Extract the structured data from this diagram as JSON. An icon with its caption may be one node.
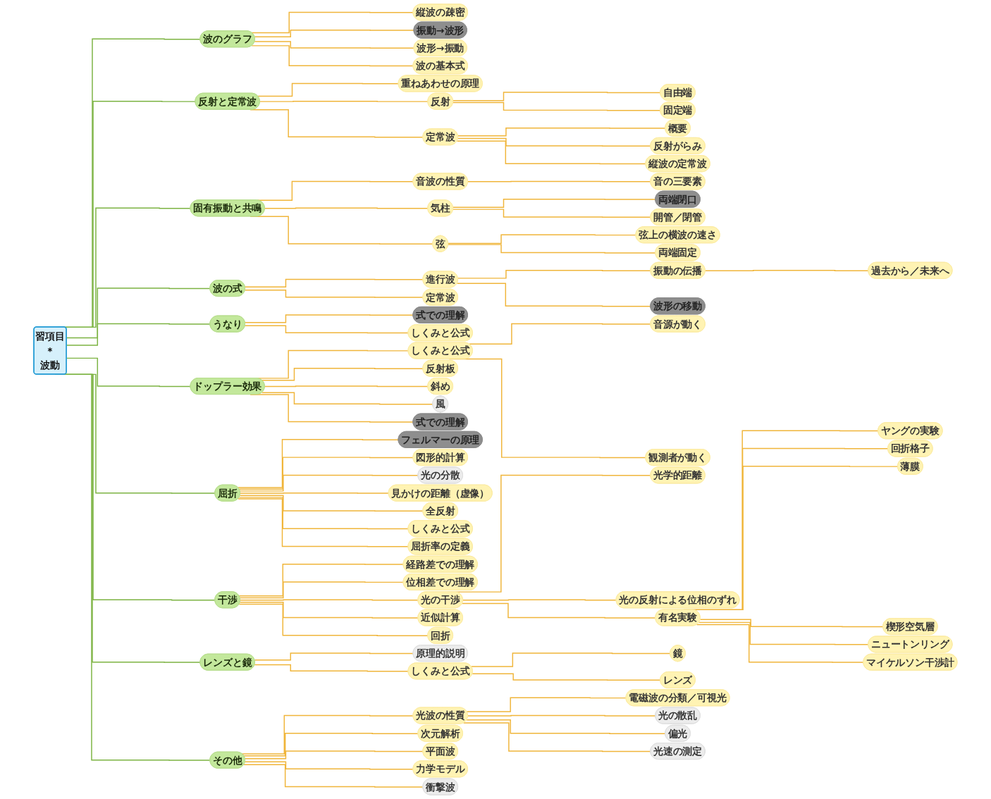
{
  "diagram": {
    "nodes": [
      {
        "text": [
          "習項目",
          "＊",
          "波動"
        ]
      },
      {
        "text": [
          "波のグラフ"
        ]
      },
      {
        "text": [
          "縦波の疎密"
        ]
      },
      {
        "text": [
          "振動→波形"
        ]
      },
      {
        "text": [
          "波形→振動"
        ]
      },
      {
        "text": [
          "波の基本式"
        ]
      },
      {
        "text": [
          "反射と定常波"
        ]
      },
      {
        "text": [
          "重ねあわせの原理"
        ]
      },
      {
        "text": [
          "反射"
        ]
      },
      {
        "text": [
          "自由端"
        ]
      },
      {
        "text": [
          "固定端"
        ]
      },
      {
        "text": [
          "定常波"
        ]
      },
      {
        "text": [
          "概要"
        ]
      },
      {
        "text": [
          "反射がらみ"
        ]
      },
      {
        "text": [
          "縦波の定常波"
        ]
      },
      {
        "text": [
          "固有振動と共鳴"
        ]
      },
      {
        "text": [
          "音波の性質"
        ]
      },
      {
        "text": [
          "音の三要素"
        ]
      },
      {
        "text": [
          "気柱"
        ]
      },
      {
        "text": [
          "両端閉口"
        ]
      },
      {
        "text": [
          "開管／閉管"
        ]
      },
      {
        "text": [
          "弦"
        ]
      },
      {
        "text": [
          "弦上の横波の速さ"
        ]
      },
      {
        "text": [
          "両端固定"
        ]
      },
      {
        "text": [
          "波の式"
        ]
      },
      {
        "text": [
          "進行波"
        ]
      },
      {
        "text": [
          "振動の伝播"
        ]
      },
      {
        "text": [
          "過去から／未来へ"
        ]
      },
      {
        "text": [
          "波形の移動"
        ]
      },
      {
        "text": [
          "定常波"
        ]
      },
      {
        "text": [
          "うなり"
        ]
      },
      {
        "text": [
          "式での理解"
        ]
      },
      {
        "text": [
          "しくみと公式"
        ]
      },
      {
        "text": [
          "ドップラー効果"
        ]
      },
      {
        "text": [
          "しくみと公式"
        ]
      },
      {
        "text": [
          "音源が動く"
        ]
      },
      {
        "text": [
          "観測者が動く"
        ]
      },
      {
        "text": [
          "反射板"
        ]
      },
      {
        "text": [
          "斜め"
        ]
      },
      {
        "text": [
          "風"
        ]
      },
      {
        "text": [
          "式での理解"
        ]
      },
      {
        "text": [
          "屈折"
        ]
      },
      {
        "text": [
          "フェルマーの原理"
        ]
      },
      {
        "text": [
          "図形的計算"
        ]
      },
      {
        "text": [
          "光の分散"
        ]
      },
      {
        "text": [
          "見かけの距離（虚像）"
        ]
      },
      {
        "text": [
          "全反射"
        ]
      },
      {
        "text": [
          "しくみと公式"
        ]
      },
      {
        "text": [
          "屈折率の定義"
        ]
      },
      {
        "text": [
          "干渉"
        ]
      },
      {
        "text": [
          "経路差での理解"
        ]
      },
      {
        "text": [
          "位相差での理解"
        ]
      },
      {
        "text": [
          "光の干渉"
        ]
      },
      {
        "text": [
          "光学的距離"
        ]
      },
      {
        "text": [
          "光の反射による位相のずれ"
        ]
      },
      {
        "text": [
          "有名実験"
        ]
      },
      {
        "text": [
          "ヤングの実験"
        ]
      },
      {
        "text": [
          "回折格子"
        ]
      },
      {
        "text": [
          "薄膜"
        ]
      },
      {
        "text": [
          "楔形空気層"
        ]
      },
      {
        "text": [
          "ニュートンリング"
        ]
      },
      {
        "text": [
          "マイケルソン干渉計"
        ]
      },
      {
        "text": [
          "近似計算"
        ]
      },
      {
        "text": [
          "回折"
        ]
      },
      {
        "text": [
          "レンズと鏡"
        ]
      },
      {
        "text": [
          "原理的説明"
        ]
      },
      {
        "text": [
          "しくみと公式"
        ]
      },
      {
        "text": [
          "鏡"
        ]
      },
      {
        "text": [
          "レンズ"
        ]
      },
      {
        "text": [
          "その他"
        ]
      },
      {
        "text": [
          "光波の性質"
        ]
      },
      {
        "text": [
          "電磁波の分類／可視光"
        ]
      },
      {
        "text": [
          "光の散乱"
        ]
      },
      {
        "text": [
          "偏光"
        ]
      },
      {
        "text": [
          "光速の測定"
        ]
      },
      {
        "text": [
          "次元解析"
        ]
      },
      {
        "text": [
          "平面波"
        ]
      },
      {
        "text": [
          "力学モデル"
        ]
      },
      {
        "text": [
          "衝撃波"
        ]
      }
    ],
    "edges": [
      {
        "from": 0,
        "to": 1,
        "arrow": "none",
        "color": "#7cb342"
      },
      {
        "from": 1,
        "to": 2,
        "arrow": "none"
      },
      {
        "from": 1,
        "to": 3,
        "arrow": "none"
      },
      {
        "from": 1,
        "to": 4,
        "arrow": "none"
      },
      {
        "from": 1,
        "to": 5,
        "arrow": "none"
      },
      {
        "from": 0,
        "to": 6,
        "arrow": "none",
        "color": "#7cb342"
      },
      {
        "from": 6,
        "to": 7,
        "arrow": "none"
      },
      {
        "from": 6,
        "to": 8,
        "arrow": "none"
      },
      {
        "from": 8,
        "to": 9,
        "arrow": "none"
      },
      {
        "from": 8,
        "to": 10,
        "arrow": "none"
      },
      {
        "from": 6,
        "to": 11,
        "arrow": "none"
      },
      {
        "from": 11,
        "to": 12,
        "arrow": "none"
      },
      {
        "from": 11,
        "to": 13,
        "arrow": "none"
      },
      {
        "from": 11,
        "to": 14,
        "arrow": "none"
      },
      {
        "from": 0,
        "to": 15,
        "arrow": "none",
        "color": "#7cb342"
      },
      {
        "from": 15,
        "to": 16,
        "arrow": "none"
      },
      {
        "from": 16,
        "to": 17,
        "arrow": "none"
      },
      {
        "from": 15,
        "to": 18,
        "arrow": "none"
      },
      {
        "from": 18,
        "to": 19,
        "arrow": "none"
      },
      {
        "from": 18,
        "to": 20,
        "arrow": "none"
      },
      {
        "from": 15,
        "to": 21,
        "arrow": "none"
      },
      {
        "from": 21,
        "to": 22,
        "arrow": "none"
      },
      {
        "from": 21,
        "to": 23,
        "arrow": "none"
      },
      {
        "from": 0,
        "to": 24,
        "arrow": "none",
        "color": "#7cb342"
      },
      {
        "from": 24,
        "to": 25,
        "arrow": "none"
      },
      {
        "from": 25,
        "to": 26,
        "arrow": "none"
      },
      {
        "from": 26,
        "to": 27,
        "arrow": "none"
      },
      {
        "from": 25,
        "to": 28,
        "arrow": "none"
      },
      {
        "from": 24,
        "to": 29,
        "arrow": "none"
      },
      {
        "from": 0,
        "to": 30,
        "arrow": "none",
        "color": "#7cb342"
      },
      {
        "from": 30,
        "to": 31,
        "arrow": "none"
      },
      {
        "from": 30,
        "to": 32,
        "arrow": "none"
      },
      {
        "from": 0,
        "to": 33,
        "arrow": "none",
        "color": "#7cb342"
      },
      {
        "from": 33,
        "to": 34,
        "arrow": "none"
      },
      {
        "from": 34,
        "to": 35,
        "arrow": "none"
      },
      {
        "from": 34,
        "to": 36,
        "arrow": "none"
      },
      {
        "from": 33,
        "to": 37,
        "arrow": "none"
      },
      {
        "from": 33,
        "to": 38,
        "arrow": "none"
      },
      {
        "from": 33,
        "to": 39,
        "arrow": "none"
      },
      {
        "from": 33,
        "to": 40,
        "arrow": "none"
      },
      {
        "from": 0,
        "to": 41,
        "arrow": "none",
        "color": "#7cb342"
      },
      {
        "from": 41,
        "to": 42,
        "arrow": "none"
      },
      {
        "from": 41,
        "to": 43,
        "arrow": "none"
      },
      {
        "from": 41,
        "to": 44,
        "arrow": "none"
      },
      {
        "from": 41,
        "to": 45,
        "arrow": "none"
      },
      {
        "from": 41,
        "to": 46,
        "arrow": "none"
      },
      {
        "from": 41,
        "to": 47,
        "arrow": "none"
      },
      {
        "from": 41,
        "to": 48,
        "arrow": "none"
      },
      {
        "from": 0,
        "to": 49,
        "arrow": "none",
        "color": "#7cb342"
      },
      {
        "from": 49,
        "to": 50,
        "arrow": "none"
      },
      {
        "from": 49,
        "to": 51,
        "arrow": "none"
      },
      {
        "from": 49,
        "to": 52,
        "arrow": "none"
      },
      {
        "from": 52,
        "to": 53,
        "arrow": "none"
      },
      {
        "from": 52,
        "to": 54,
        "arrow": "none"
      },
      {
        "from": 52,
        "to": 55,
        "arrow": "none"
      },
      {
        "from": 55,
        "to": 56,
        "arrow": "none"
      },
      {
        "from": 55,
        "to": 57,
        "arrow": "none"
      },
      {
        "from": 55,
        "to": 58,
        "arrow": "none"
      },
      {
        "from": 55,
        "to": 59,
        "arrow": "none"
      },
      {
        "from": 55,
        "to": 60,
        "arrow": "none"
      },
      {
        "from": 55,
        "to": 61,
        "arrow": "none"
      },
      {
        "from": 49,
        "to": 62,
        "arrow": "none"
      },
      {
        "from": 49,
        "to": 63,
        "arrow": "none"
      },
      {
        "from": 0,
        "to": 64,
        "arrow": "none",
        "color": "#7cb342"
      },
      {
        "from": 64,
        "to": 65,
        "arrow": "none"
      },
      {
        "from": 64,
        "to": 66,
        "arrow": "none"
      },
      {
        "from": 66,
        "to": 67,
        "arrow": "none"
      },
      {
        "from": 66,
        "to": 68,
        "arrow": "none"
      },
      {
        "from": 0,
        "to": 69,
        "arrow": "none",
        "color": "#7cb342"
      },
      {
        "from": 69,
        "to": 70,
        "arrow": "none"
      },
      {
        "from": 70,
        "to": 71,
        "arrow": "none"
      },
      {
        "from": 70,
        "to": 72,
        "arrow": "none"
      },
      {
        "from": 70,
        "to": 73,
        "arrow": "none"
      },
      {
        "from": 70,
        "to": 74,
        "arrow": "none"
      },
      {
        "from": 69,
        "to": 75,
        "arrow": "none"
      },
      {
        "from": 69,
        "to": 76,
        "arrow": "none"
      },
      {
        "from": 69,
        "to": 77,
        "arrow": "none"
      },
      {
        "from": 69,
        "to": 78,
        "arrow": "none"
      }
    ]
  }
}
